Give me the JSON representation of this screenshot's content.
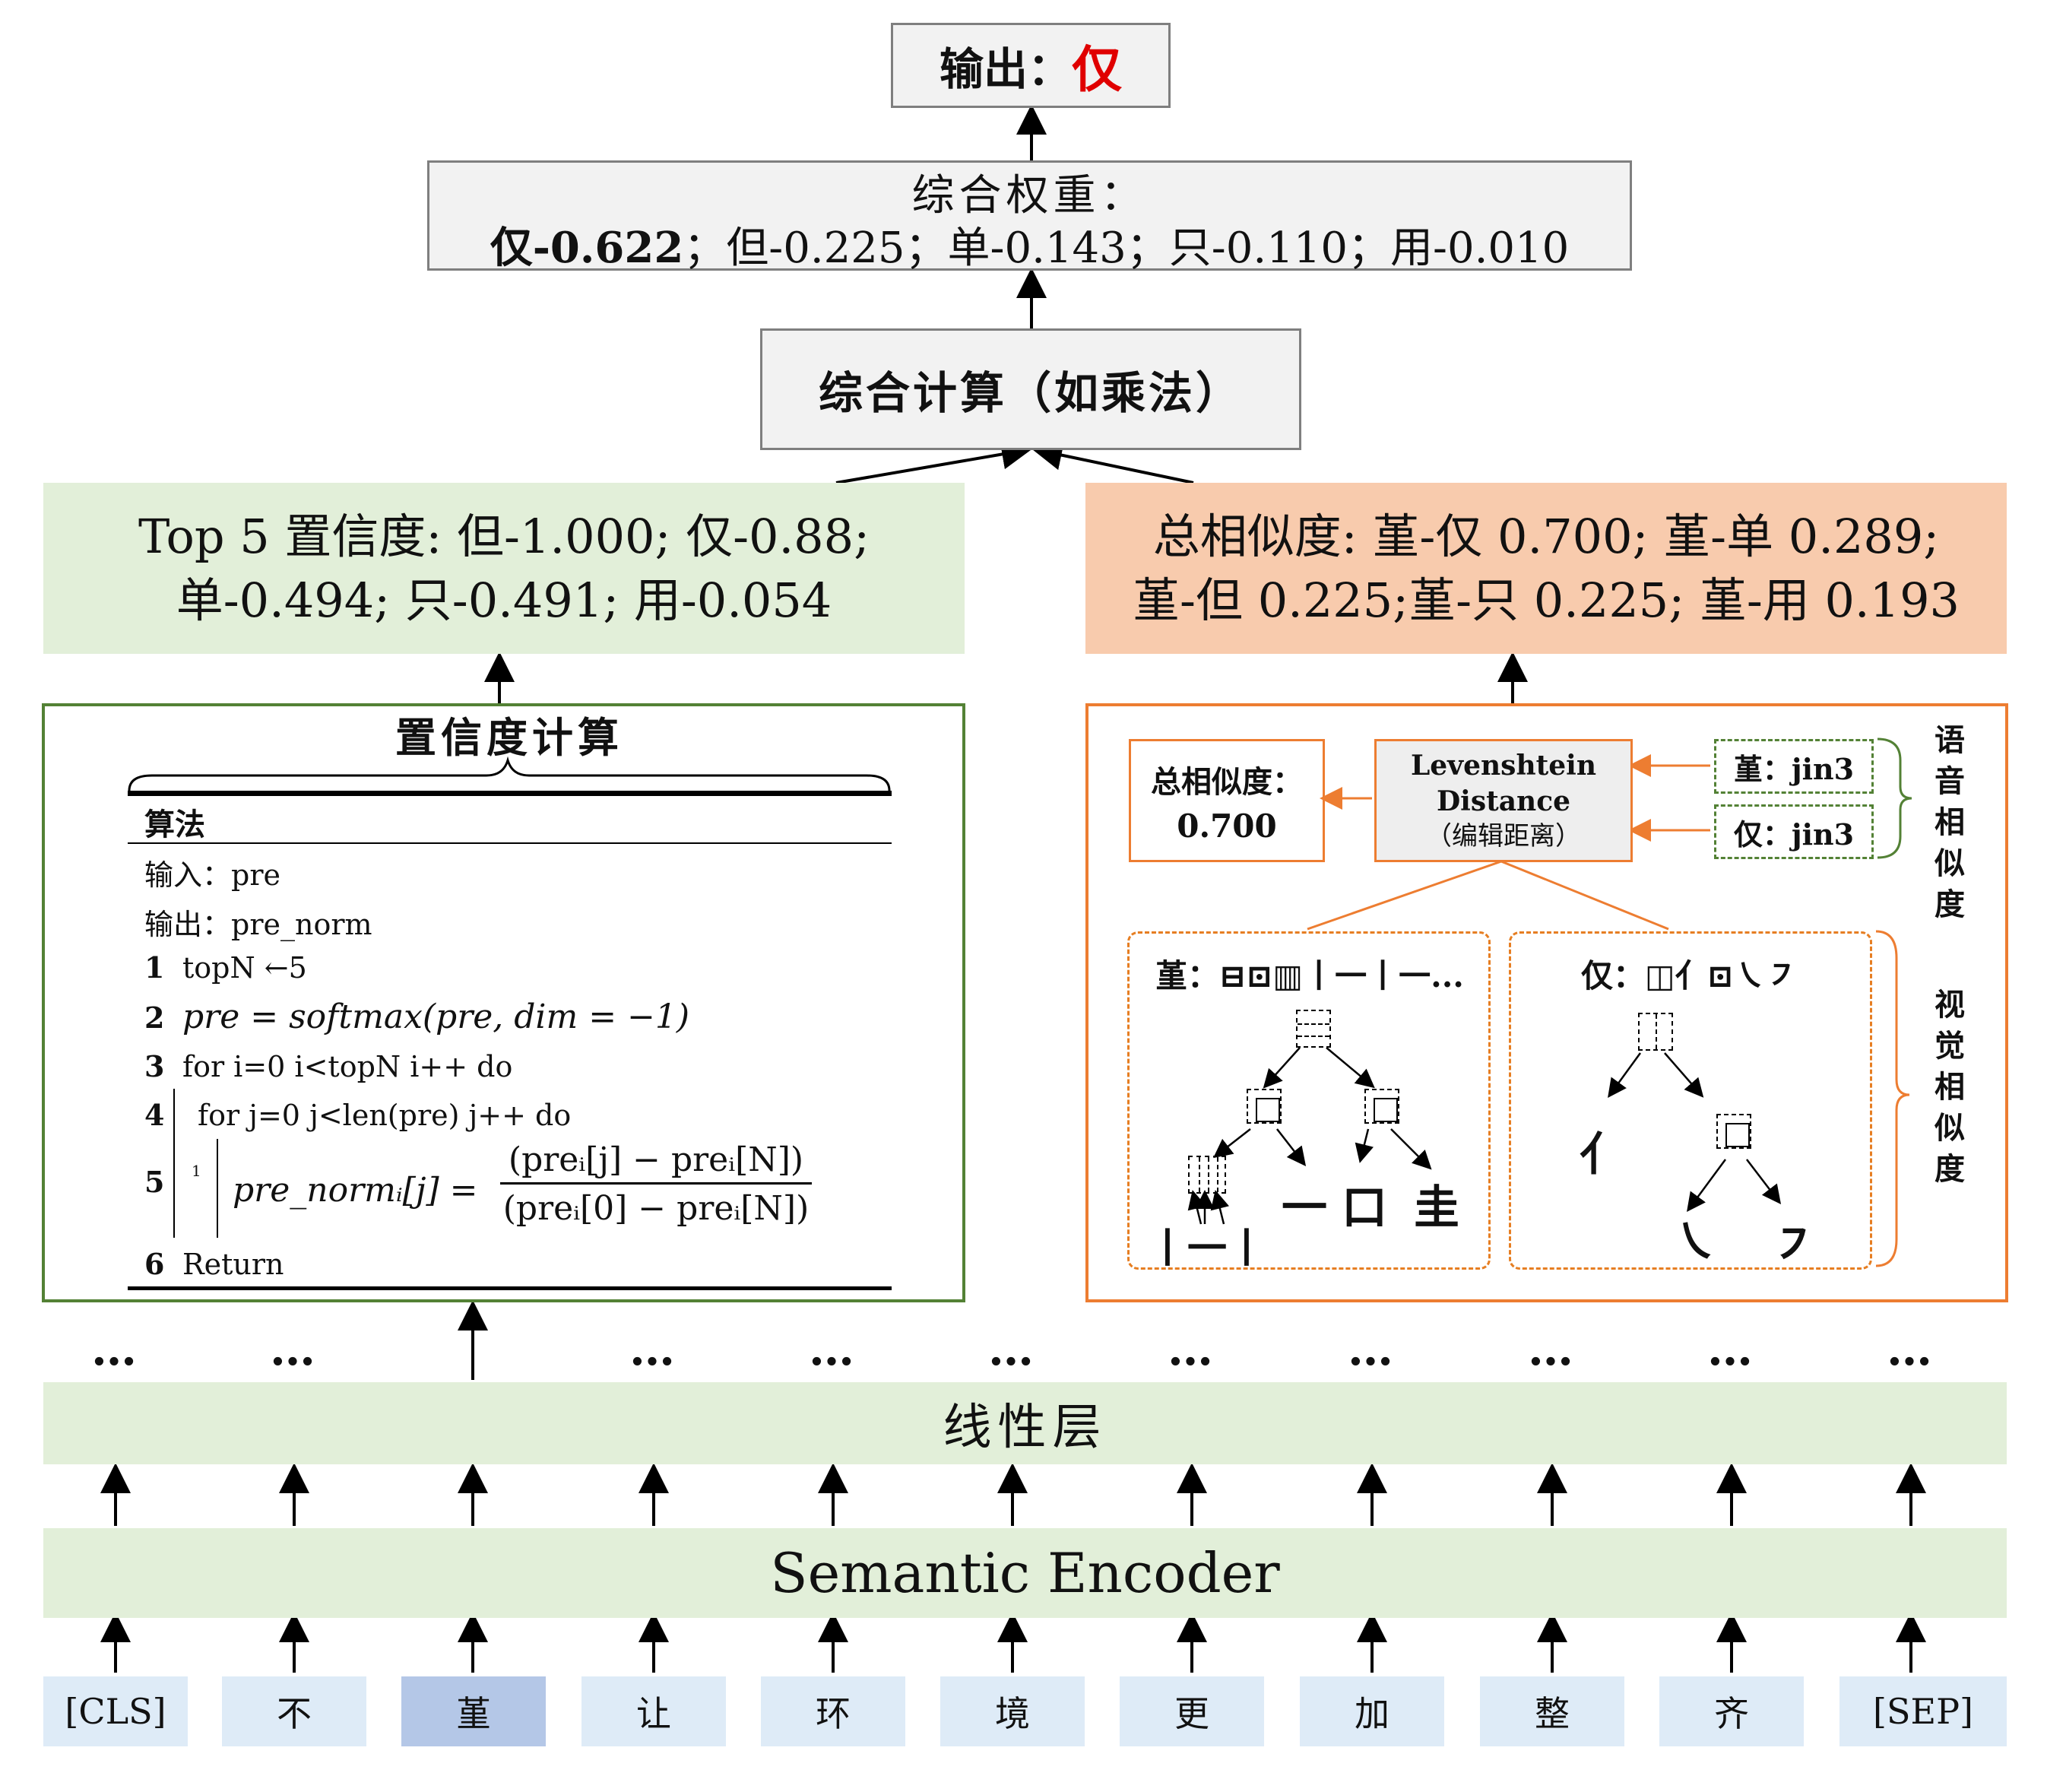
{
  "output": {
    "label": "输出：",
    "char": "仅"
  },
  "weights": {
    "title": "综合权重：",
    "items": [
      "仅-0.622",
      "但-0.225",
      "单-0.143",
      "只-0.110",
      "用-0.010"
    ]
  },
  "combine": {
    "label": "综合计算（如乘法）"
  },
  "confidence": {
    "line1": "Top 5 置信度: 但-1.000; 仅-0.88;",
    "line2": "单-0.494; 只-0.491; 用-0.054"
  },
  "similarity": {
    "line1": "总相似度: 堇-仅 0.700; 堇-单 0.289;",
    "line2": "堇-但 0.225;堇-只 0.225; 堇-用 0.193"
  },
  "algo": {
    "title": "置信度计算",
    "header": "算法",
    "input": "输入：pre",
    "output": "输出：pre_norm",
    "lines": [
      {
        "num": "1",
        "text": "topN ←5"
      },
      {
        "num": "2",
        "text": "pre = softmax(pre, dim = −1)"
      },
      {
        "num": "3",
        "text": "for i=0 i<topN i++ do"
      },
      {
        "num": "4",
        "text": "for j=0 j<len(pre) j++ do"
      },
      {
        "num": "5",
        "text": "pre_normᵢ[j] ="
      },
      {
        "num": "6",
        "text": "Return"
      }
    ],
    "frac_num": "(preᵢ[j] − preᵢ[N])",
    "frac_den": "(preᵢ[0] − preᵢ[N])",
    "small_mark": "1"
  },
  "sim_panel": {
    "total_label": "总相似度：",
    "total_value": "0.700",
    "lev_line1": "Levenshtein",
    "lev_line2": "Distance",
    "lev_line3": "（编辑距离）",
    "phon1": "堇：jin3",
    "phon2": "仅：jin3",
    "phonetic_label": "语音相似度",
    "visual_label": "视觉相似度",
    "left_title": "堇：⊟⊡▥丨一丨一...",
    "right_title": "仅：◫亻⊡㇏㇇",
    "left_leaves": [
      "丨一丨",
      "一",
      "口",
      "圭"
    ],
    "right_leaves": [
      "亻",
      "㇏",
      "㇇"
    ]
  },
  "linear_layer": "线性层",
  "encoder": "Semantic Encoder",
  "ellipsis": "…",
  "tokens": [
    "[CLS]",
    "不",
    "堇",
    "让",
    "环",
    "境",
    "更",
    "加",
    "整",
    "齐",
    "[SEP]"
  ],
  "colors": {
    "green_band": "#e2efd9",
    "orange_band": "#f8cbad",
    "token_bg": "#deebf7",
    "token_highlight": "#b4c7e7",
    "green_border": "#538135",
    "orange_border": "#ed7d31",
    "output_red": "#e00000"
  }
}
